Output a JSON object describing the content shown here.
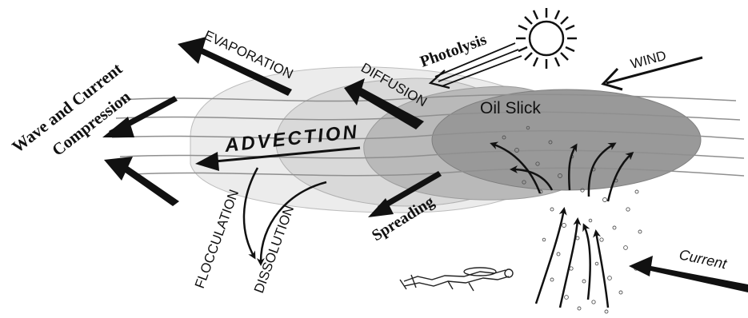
{
  "labels": {
    "evaporation": "EVAPORATION",
    "diffusion": "DIFFUSION",
    "photolysis": "Photolysis",
    "wind": "WIND",
    "wave_current_line1": "Wave and Current",
    "wave_current_line2": "Compression",
    "advection": "ADVECTION",
    "oil_slick": "Oil Slick",
    "spreading": "Spreading",
    "flocculation": "FLOCCULATION",
    "dissolution": "DISSOLUTION",
    "current": "Current"
  },
  "icons": {
    "sun": "sun-icon",
    "diver": "scuba-diver-icon"
  },
  "colors": {
    "ink": "#111111",
    "slick_dark": "#8c8c8c",
    "slick_mid": "#b4b4b4",
    "slick_light": "#d6d6d6",
    "slick_faint": "#e8e8e8",
    "water_lines": "#9a9a9a"
  }
}
